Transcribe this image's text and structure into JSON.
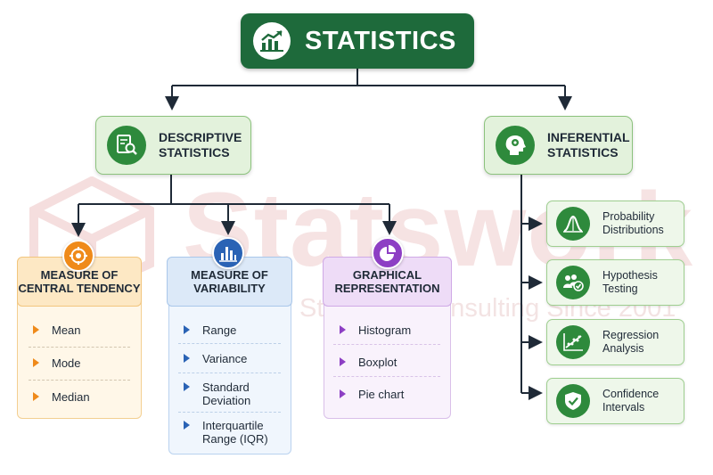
{
  "watermark": {
    "brand": "Statswork",
    "tagline": "Pioneer Statistical Consulting Since 2001"
  },
  "title": {
    "label": "STATISTICS",
    "icon": "growth-chart-icon"
  },
  "descriptive": {
    "label_line1": "DESCRIPTIVE",
    "label_line2": "STATISTICS",
    "icon": "report-magnifier-icon",
    "groups": {
      "central": {
        "title_line1": "MEASURE OF",
        "title_line2": "CENTRAL TENDENCY",
        "icon": "target-icon",
        "color": "#ef8a1a",
        "items": [
          "Mean",
          "Mode",
          "Median"
        ]
      },
      "variability": {
        "title_line1": "MEASURE OF",
        "title_line2": "VARIABILITY",
        "icon": "bar-chart-icon",
        "color": "#2a63b5",
        "items": [
          "Range",
          "Variance",
          "Standard Deviation",
          "Interquartile Range (IQR)"
        ]
      },
      "graphical": {
        "title_line1": "GRAPHICAL",
        "title_line2": "REPRESENTATION",
        "icon": "pie-chart-icon",
        "color": "#8d3fc4",
        "items": [
          "Histogram",
          "Boxplot",
          "Pie chart"
        ]
      }
    }
  },
  "inferential": {
    "label_line1": "INFERENTIAL",
    "label_line2": "STATISTICS",
    "icon": "head-gear-icon",
    "items": [
      {
        "line1": "Probability",
        "line2": "Distributions",
        "icon": "bell-curve-icon"
      },
      {
        "line1": "Hypothesis",
        "line2": "Testing",
        "icon": "people-check-icon"
      },
      {
        "line1": "Regression",
        "line2": "Analysis",
        "icon": "scatter-trend-icon"
      },
      {
        "line1": "Confidence",
        "line2": "Intervals",
        "icon": "shield-check-icon"
      }
    ]
  },
  "colors": {
    "title_bg": "#1e6a3b",
    "category_bg": "#e3f2dc",
    "category_icon_bg": "#2e8a3c",
    "connector": "#1f2a37"
  }
}
